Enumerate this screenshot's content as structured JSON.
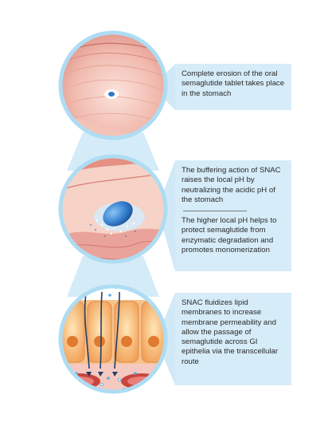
{
  "panels": [
    {
      "text": "Complete erosion of the oral semaglutide tablet takes place in the stomach"
    },
    {
      "text": "The buffering action of SNAC raises the local pH by neutralizing the acidic pH of the stomach",
      "text2": "The higher local pH helps to protect semaglutide from enzymatic degradation and promotes monomerization"
    },
    {
      "text": "SNAC fluidizes lipid membranes to increase membrane permeability and allow the passage of semaglutide across GI epithelia via the transcellular route"
    }
  ],
  "colors": {
    "box_background": "#d6ecf8",
    "beam": "#c5e4f5",
    "ring": "#aedcf3",
    "tissue_pink": "#eaa39a",
    "tissue_light": "#f7d8cf",
    "tablet_blue": "#2e78c9",
    "cell_orange": "#f3a85a",
    "arrow_navy": "#1f3f66"
  }
}
